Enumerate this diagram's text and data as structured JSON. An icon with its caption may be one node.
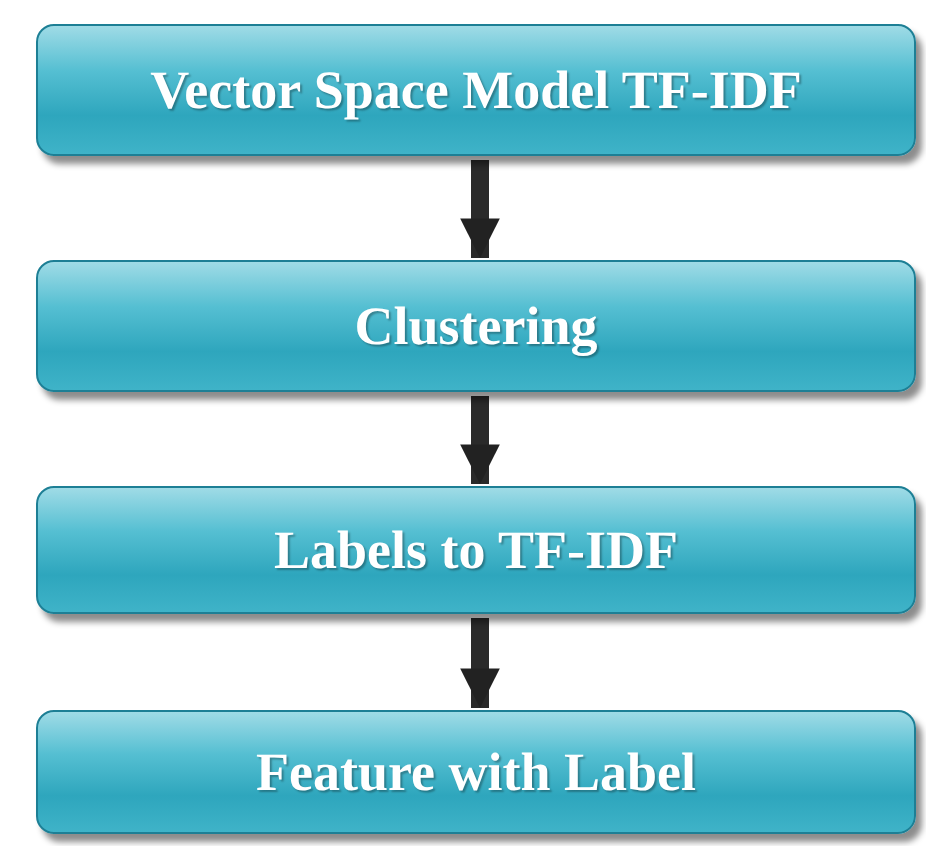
{
  "diagram": {
    "nodes": [
      {
        "text": [
          "Vector Space Model TF-IDF"
        ]
      },
      {
        "text": [
          "Clustering"
        ]
      },
      {
        "text": [
          "Labels to TF-IDF"
        ]
      },
      {
        "text": [
          "Feature with Label"
        ]
      }
    ],
    "edges": [
      {
        "from": 0,
        "to": 1,
        "arrow": "to"
      },
      {
        "from": 1,
        "to": 2,
        "arrow": "to"
      },
      {
        "from": 2,
        "to": 3,
        "arrow": "to"
      }
    ]
  }
}
